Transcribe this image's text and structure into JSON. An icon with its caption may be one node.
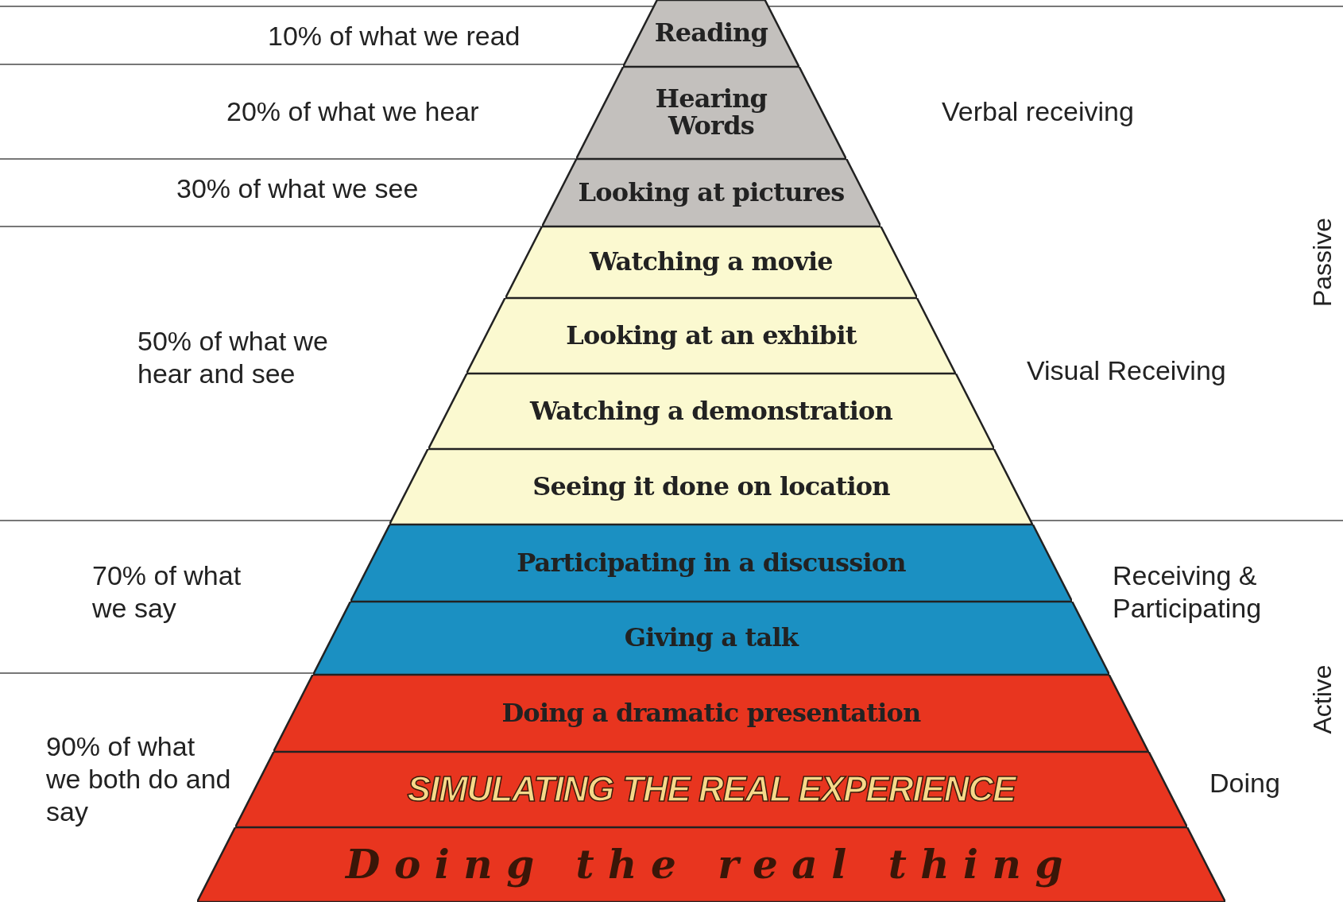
{
  "diagram": {
    "nodes": [
      {
        "text": [
          "Reading"
        ]
      },
      {
        "text": [
          "Hearing Words"
        ]
      },
      {
        "text": [
          "Looking at pictures"
        ]
      },
      {
        "text": [
          "Watching a movie"
        ]
      },
      {
        "text": [
          "Looking at an exhibit"
        ]
      },
      {
        "text": [
          "Watching a demonstration"
        ]
      },
      {
        "text": [
          "Seeing it done on location"
        ]
      },
      {
        "text": [
          "Participating in a discussion"
        ]
      },
      {
        "text": [
          "Giving a talk"
        ]
      },
      {
        "text": [
          "Doing a dramatic presentation"
        ]
      },
      {
        "text": [
          "SIMULATING THE REAL EXPERIENCE"
        ]
      },
      {
        "text": [
          "Doing the real thing"
        ]
      }
    ],
    "labels": [
      "10% of what we read",
      "20% of what we hear",
      "30% of what we see",
      "50% of what we hear and see",
      "70% of what we say",
      "90% of what we both do and say",
      "Verbal receiving",
      "Visual Receiving",
      "Receiving & Participating",
      "Doing",
      "Passive",
      "Active"
    ]
  }
}
